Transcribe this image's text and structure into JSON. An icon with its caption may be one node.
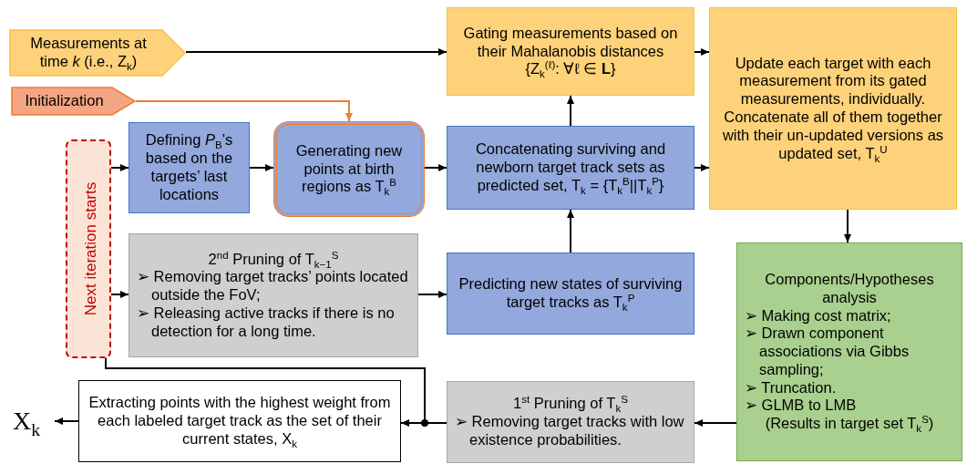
{
  "diagram": {
    "nodes": [
      {
        "text": [
          "Measurements at time *k* (i.e., Z$_{k}$)"
        ]
      },
      {
        "text": [
          "Initialization"
        ]
      },
      {
        "text": [
          "Gating measurements based on their Mahalanobis distances",
          "{Z$_{k}$$^{(ℓ)}$:  ∀ℓ ∈ **L**}"
        ]
      },
      {
        "text": [
          "Update each target with each measurement from its gated measurements, individually.",
          "Concatenate all of them together with their un-updated versions as updated set,  T$_{k}$$^{U}$"
        ]
      },
      {
        "text": [
          "Next iteration starts"
        ]
      },
      {
        "text": [
          "Defining *P*$_{B}$’s based on the targets’ last locations"
        ]
      },
      {
        "text": [
          "Generating new points at birth regions as T$_{k}$$^{B}$"
        ]
      },
      {
        "text": [
          "Concatenating surviving and newborn target track sets as predicted set,  T$_{k}$ = {T$_{k}$$^{B}$||T$_{k}$$^{P}$}"
        ]
      },
      {
        "text": [
          "2$^{nd}$ Pruning of T$_{k−1}$$^{S}$",
          "➢ Removing target tracks’ points located outside the FoV;",
          "➢ Releasing active tracks if there is no detection for a long time."
        ]
      },
      {
        "text": [
          "Predicting new states of surviving target tracks as T$_{k}$$^{P}$"
        ]
      },
      {
        "text": [
          "Components/Hypotheses analysis",
          "➢ Making cost matrix;",
          "➢ Drawn component associations via Gibbs sampling;",
          "➢ Truncation.",
          "➢ GLMB to LMB",
          "(Results in target set T$_{k}$$^{S}$)"
        ]
      },
      {
        "text": [
          "Extracting points with the highest weight from each labeled target track as the set of their current states, X$_{k}$"
        ]
      },
      {
        "text": [
          "1$^{st}$ Pruning of T$_{k}$$^{S}$",
          "➢ Removing target tracks with low existence probabilities."
        ]
      },
      {
        "text": [
          "X$_{k}$"
        ]
      }
    ],
    "edges": [
      {
        "from": 0,
        "to": 2,
        "arrow": "to"
      },
      {
        "from": 1,
        "to": 6,
        "arrow": "to",
        "color": "#ed7d31"
      },
      {
        "from": 4,
        "to": 5,
        "arrow": "to"
      },
      {
        "from": 5,
        "to": 6,
        "arrow": "to"
      },
      {
        "from": 6,
        "to": 7,
        "arrow": "to"
      },
      {
        "from": 7,
        "to": 2,
        "arrow": "to"
      },
      {
        "from": 2,
        "to": 3,
        "arrow": "to"
      },
      {
        "from": 7,
        "to": 3,
        "arrow": "to"
      },
      {
        "from": 3,
        "to": 10,
        "arrow": "to"
      },
      {
        "from": 4,
        "to": 8,
        "arrow": "to"
      },
      {
        "from": 8,
        "to": 9,
        "arrow": "to"
      },
      {
        "from": 9,
        "to": 7,
        "arrow": "to"
      },
      {
        "from": 10,
        "to": 12,
        "arrow": "to"
      },
      {
        "from": 12,
        "to": 11,
        "arrow": "to"
      },
      {
        "from": 12,
        "to": 4,
        "arrow": "none"
      },
      {
        "from": 11,
        "to": 13,
        "arrow": "to"
      }
    ]
  }
}
